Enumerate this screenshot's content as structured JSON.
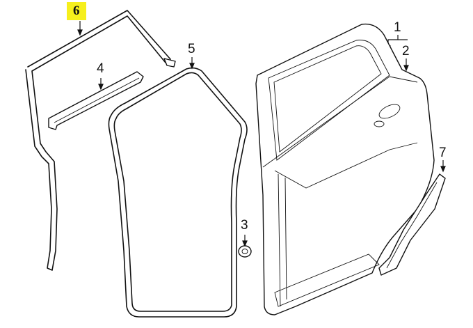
{
  "callouts": [
    {
      "id": "1",
      "label": "1"
    },
    {
      "id": "2",
      "label": "2"
    },
    {
      "id": "3",
      "label": "3"
    },
    {
      "id": "4",
      "label": "4"
    },
    {
      "id": "5",
      "label": "5"
    },
    {
      "id": "6",
      "label": "6",
      "highlighted": true
    },
    {
      "id": "7",
      "label": "7"
    }
  ],
  "highlight_color": "#f6ef1c"
}
